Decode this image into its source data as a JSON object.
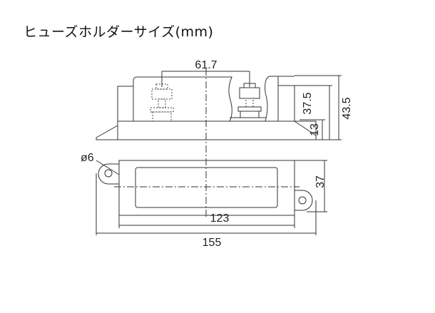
{
  "title": "ヒューズホルダーサイズ(mm)",
  "dimensions": {
    "terminal_spacing": "61.7",
    "total_height": "43.5",
    "body_height": "37.5",
    "base_height": "13",
    "hole_diameter": "ø6",
    "width": "37",
    "body_length": "123",
    "total_length": "155"
  }
}
